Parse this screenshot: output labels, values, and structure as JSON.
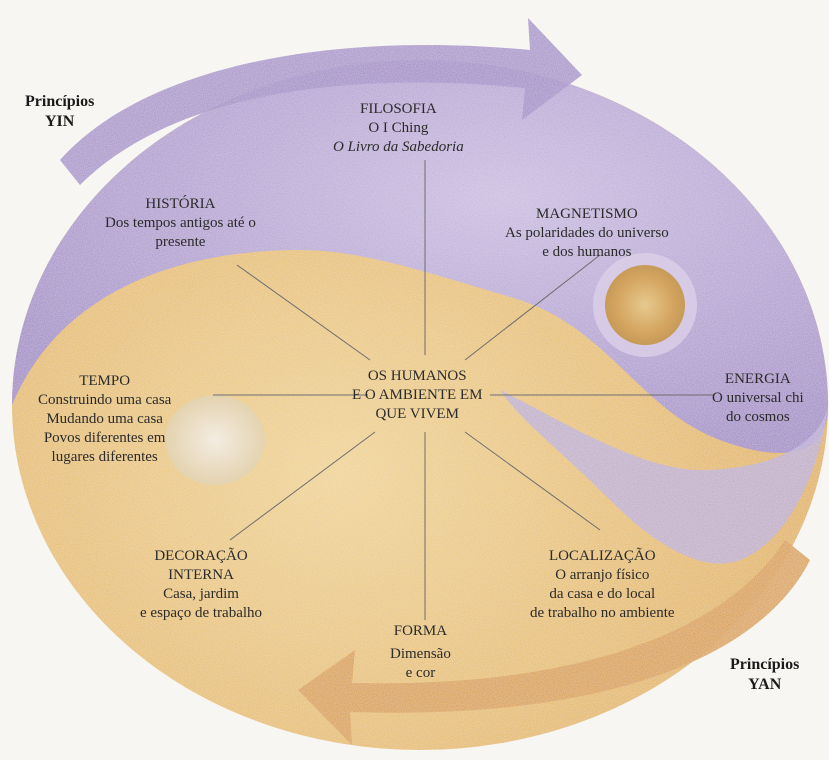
{
  "center": {
    "l1": "OS HUMANOS",
    "l2": "E O AMBIENTE EM",
    "l3": "QUE VIVEM"
  },
  "filosofia": {
    "l1": "FILOSOFIA",
    "l2": "O I Ching",
    "l3": "O Livro da Sabedoria"
  },
  "historia": {
    "l1": "HISTÓRIA",
    "l2": "Dos tempos antigos até o",
    "l3": "presente"
  },
  "magnetismo": {
    "l1": "MAGNETISMO",
    "l2": "As polaridades do universo",
    "l3": "e dos humanos"
  },
  "energia": {
    "l1": "ENERGIA",
    "l2": "O universal chi",
    "l3": "do cosmos"
  },
  "tempo": {
    "l1": "TEMPO",
    "l2": "Construindo uma casa",
    "l3": "Mudando uma casa",
    "l4": "Povos diferentes em",
    "l5": "lugares diferentes"
  },
  "decoracao": {
    "l1": "DECORAÇÃO",
    "l2": "INTERNA",
    "l3": "Casa, jardim",
    "l4": "e espaço de trabalho"
  },
  "localizacao": {
    "l1": "LOCALIZAÇÃO",
    "l2": "O arranjo físico",
    "l3": "da casa e do local",
    "l4": "de trabalho no ambiente"
  },
  "forma": {
    "l1": "FORMA",
    "l2": "Dimensão",
    "l3": "e cor"
  },
  "yin": {
    "l1": "Princípios",
    "l2": "YIN"
  },
  "yan": {
    "l1": "Princípios",
    "l2": "YAN"
  },
  "colors": {
    "yin": "#a58ec8",
    "yang": "#e0b24a",
    "arrow_yin": "#9a7fc0",
    "arrow_yang": "#d99a28",
    "line": "#6e6e6e"
  }
}
